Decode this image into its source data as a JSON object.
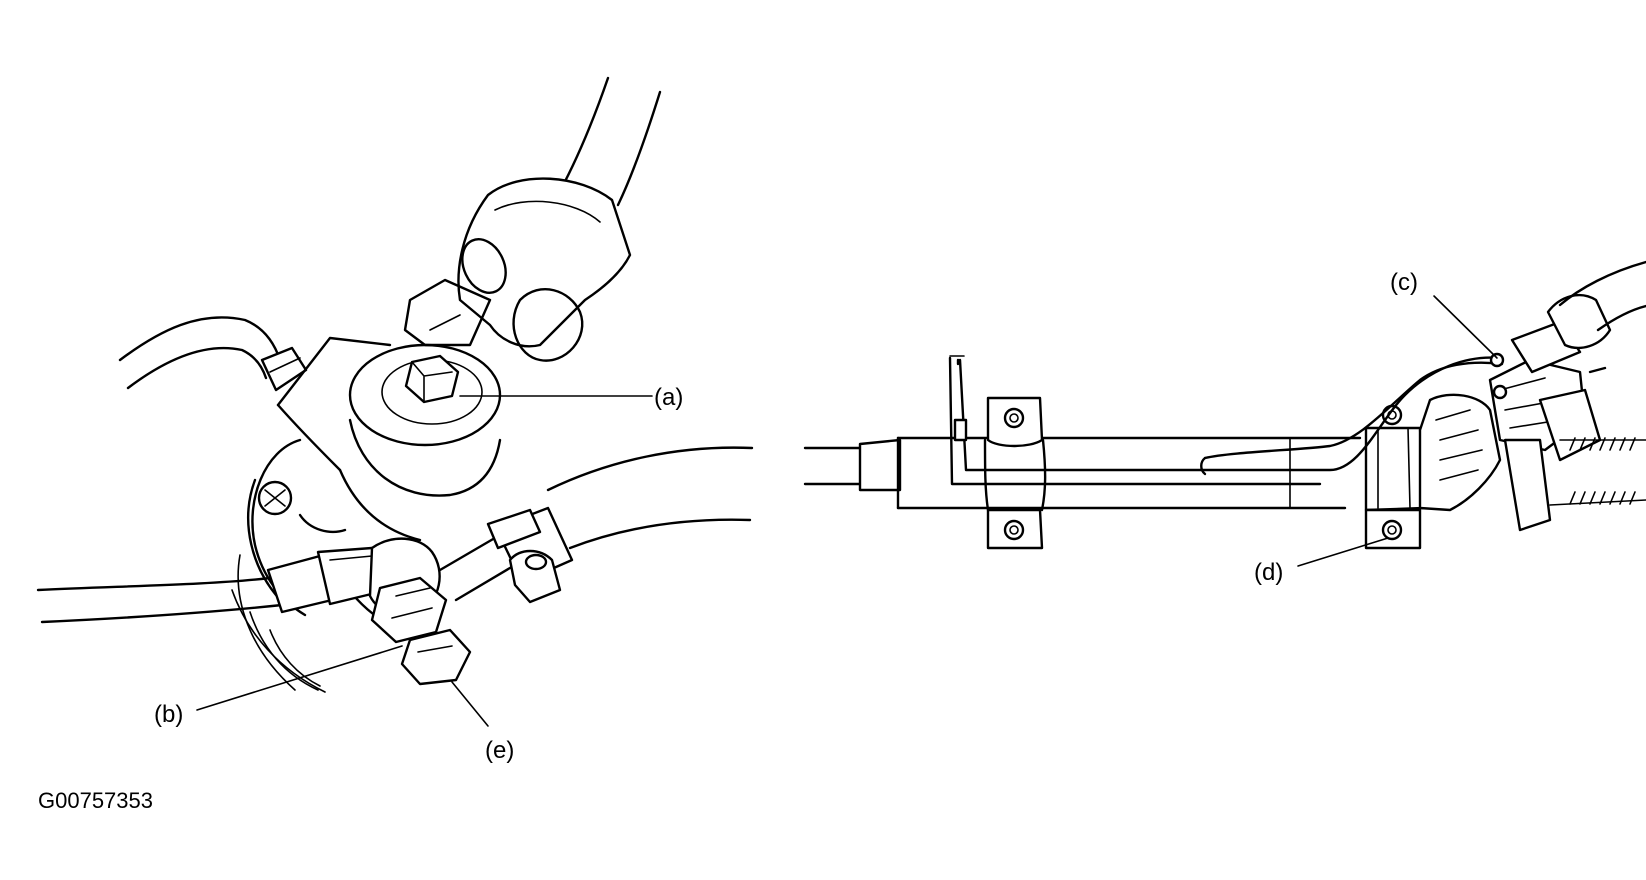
{
  "diagram": {
    "callouts": {
      "a": "(a)",
      "b": "(b)",
      "c": "(c)",
      "d": "(d)",
      "e": "(e)"
    },
    "figure_id": "G00757353"
  }
}
